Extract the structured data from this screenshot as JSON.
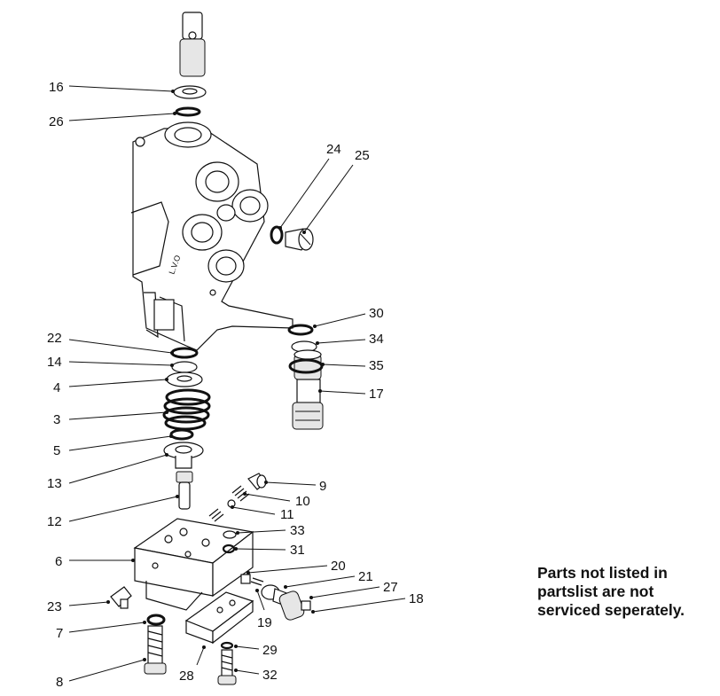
{
  "callouts": [
    {
      "id": "16",
      "label": "16"
    },
    {
      "id": "26",
      "label": "26"
    },
    {
      "id": "24",
      "label": "24"
    },
    {
      "id": "25",
      "label": "25"
    },
    {
      "id": "30",
      "label": "30"
    },
    {
      "id": "34",
      "label": "34"
    },
    {
      "id": "35",
      "label": "35"
    },
    {
      "id": "17",
      "label": "17"
    },
    {
      "id": "22",
      "label": "22"
    },
    {
      "id": "14",
      "label": "14"
    },
    {
      "id": "4",
      "label": "4"
    },
    {
      "id": "3",
      "label": "3"
    },
    {
      "id": "5",
      "label": "5"
    },
    {
      "id": "13",
      "label": "13"
    },
    {
      "id": "12",
      "label": "12"
    },
    {
      "id": "9",
      "label": "9"
    },
    {
      "id": "10",
      "label": "10"
    },
    {
      "id": "11",
      "label": "11"
    },
    {
      "id": "33",
      "label": "33"
    },
    {
      "id": "31",
      "label": "31"
    },
    {
      "id": "6",
      "label": "6"
    },
    {
      "id": "20",
      "label": "20"
    },
    {
      "id": "21",
      "label": "21"
    },
    {
      "id": "27",
      "label": "27"
    },
    {
      "id": "18",
      "label": "18"
    },
    {
      "id": "19",
      "label": "19"
    },
    {
      "id": "23",
      "label": "23"
    },
    {
      "id": "7",
      "label": "7"
    },
    {
      "id": "29",
      "label": "29"
    },
    {
      "id": "8",
      "label": "8"
    },
    {
      "id": "28",
      "label": "28"
    },
    {
      "id": "32",
      "label": "32"
    }
  ],
  "body_marking": "L.V.O",
  "note_lines": [
    "Parts not listed in",
    "partslist are not",
    "serviced seperately."
  ]
}
